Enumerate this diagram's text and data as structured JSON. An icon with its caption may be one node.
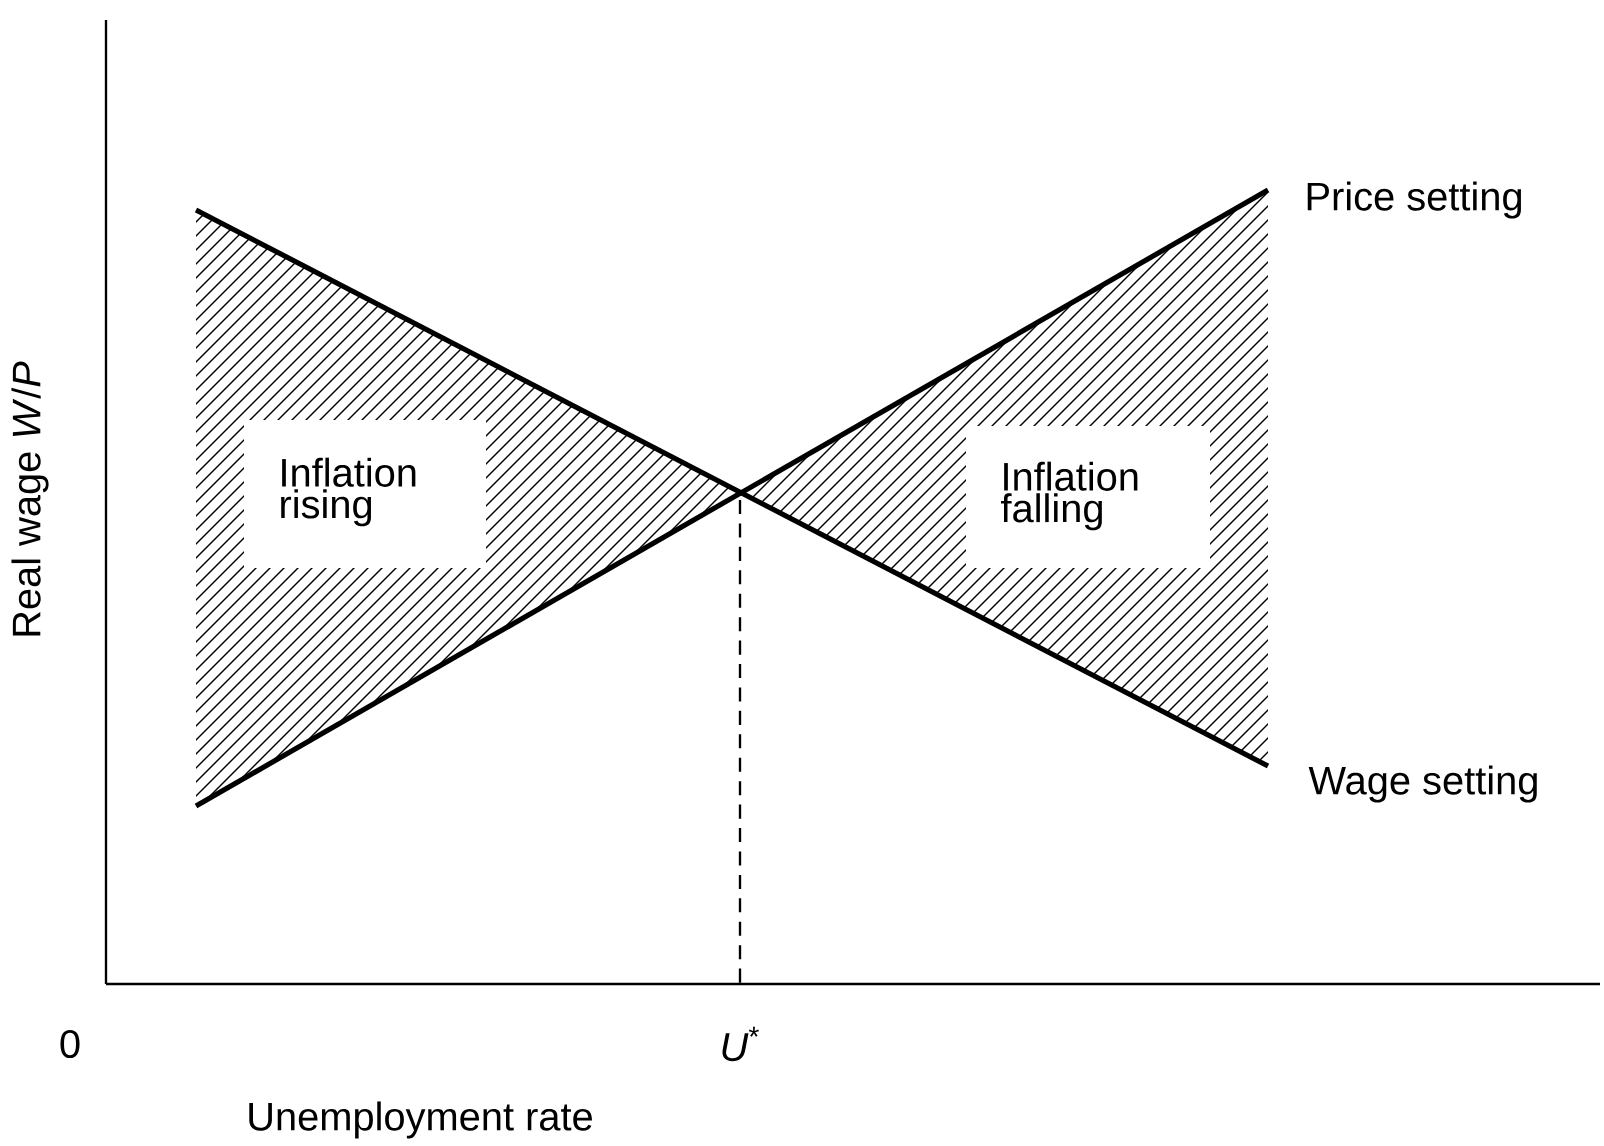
{
  "diagram": {
    "labels": [
      "Price setting",
      "Inflation rising",
      "Inflation falling",
      "Wage setting",
      "Real wage *W*/*P*",
      "0",
      "*U*$^{*}$",
      "Unemployment rate"
    ]
  }
}
